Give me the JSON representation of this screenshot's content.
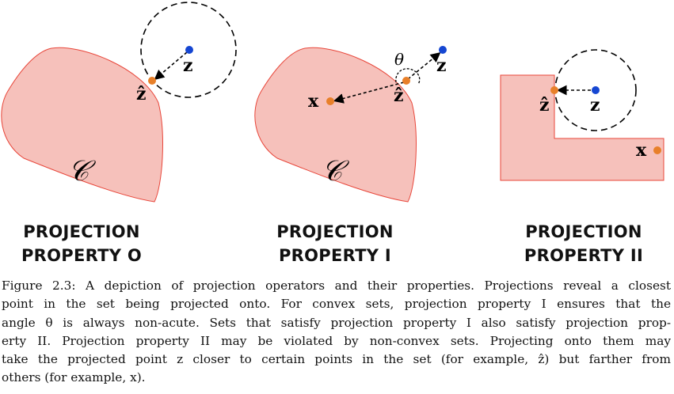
{
  "colors": {
    "set_fill": "#f6c1bb",
    "set_stroke": "#e8463a",
    "proj_point": "#e8802a",
    "query_point": "#1546d2"
  },
  "panels": [
    {
      "title_line1": "PROJECTION",
      "title_line2": "PROPERTY O",
      "set_label": "𝒞",
      "z_label": "z",
      "zhat_label": "ẑ"
    },
    {
      "title_line1": "PROJECTION",
      "title_line2": "PROPERTY I",
      "set_label": "𝒞",
      "z_label": "z",
      "zhat_label": "ẑ",
      "x_label": "x",
      "angle_label": "θ"
    },
    {
      "title_line1": "PROJECTION",
      "title_line2": "PROPERTY II",
      "z_label": "z",
      "zhat_label": "ẑ",
      "x_label": "x"
    }
  ],
  "caption": {
    "lines": [
      "Figure 2.3: A depiction of projection operators and their properties. Projections reveal a closest",
      "point in the set being projected onto. For convex sets, projection property I ensures that the",
      "angle θ is always non-acute. Sets that satisfy projection property I also satisfy projection prop-",
      "erty II. Projection property II may be violated by non-convex sets. Projecting onto them may",
      "take the projected point z closer to certain points in the set (for example, ẑ) but farther from",
      "others (for example, x)."
    ]
  }
}
